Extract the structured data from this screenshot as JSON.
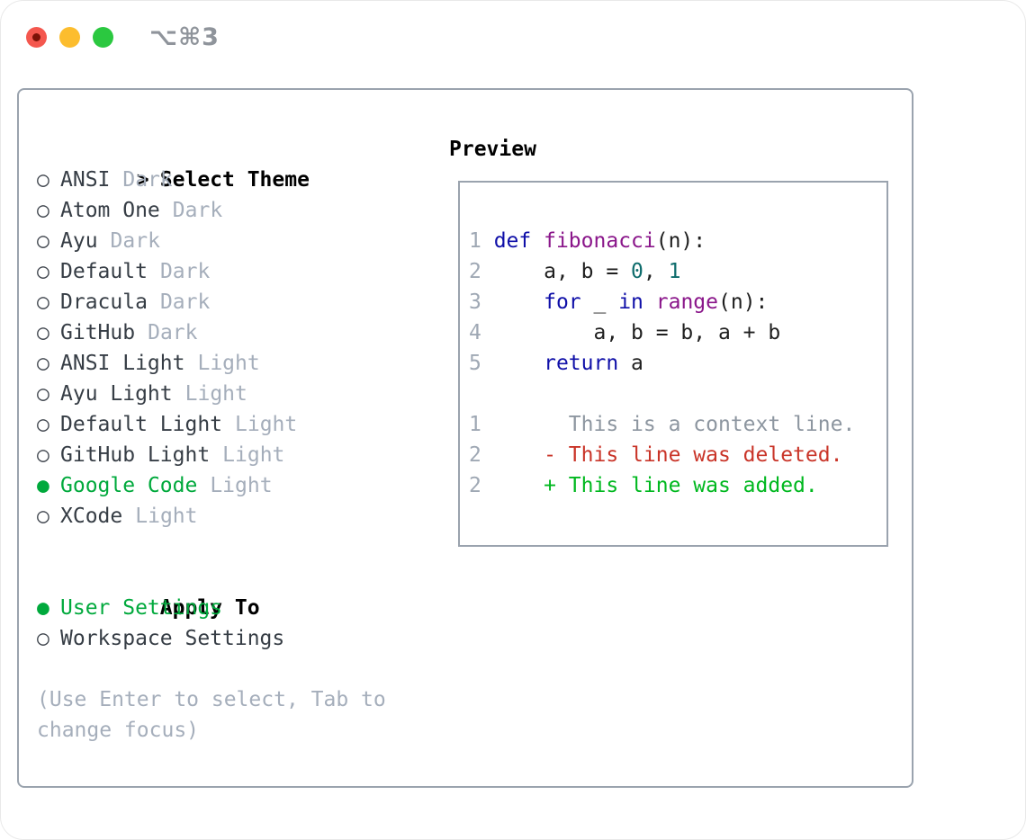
{
  "window": {
    "titlebar": {
      "shortcut_label": "⌥⌘3"
    },
    "traffic_lights": {
      "close": "#f4574e",
      "minimize": "#fcbd2e",
      "zoom": "#2bc840"
    }
  },
  "markers": {
    "unselected": "○",
    "selected": "●"
  },
  "theme_panel": {
    "header": {
      "prefix": ">",
      "label": "Select Theme"
    },
    "items": [
      {
        "name": "ANSI",
        "tag": "Dark",
        "selected": false
      },
      {
        "name": "Atom One",
        "tag": "Dark",
        "selected": false
      },
      {
        "name": "Ayu",
        "tag": "Dark",
        "selected": false
      },
      {
        "name": "Default",
        "tag": "Dark",
        "selected": false
      },
      {
        "name": "Dracula",
        "tag": "Dark",
        "selected": false
      },
      {
        "name": "GitHub",
        "tag": "Dark",
        "selected": false
      },
      {
        "name": "ANSI Light",
        "tag": "Light",
        "selected": false
      },
      {
        "name": "Ayu Light",
        "tag": "Light",
        "selected": false
      },
      {
        "name": "Default Light",
        "tag": "Light",
        "selected": false
      },
      {
        "name": "GitHub Light",
        "tag": "Light",
        "selected": false
      },
      {
        "name": "Google Code",
        "tag": "Light",
        "selected": true
      },
      {
        "name": "XCode",
        "tag": "Light",
        "selected": false
      }
    ],
    "apply_to": {
      "label": "Apply To",
      "options": [
        {
          "name": "User Settings",
          "selected": true
        },
        {
          "name": "Workspace Settings",
          "selected": false
        }
      ]
    },
    "help_text": "(Use Enter to select, Tab to change focus)"
  },
  "preview": {
    "label": "Preview",
    "code_lines": [
      {
        "num": "1",
        "segments": [
          {
            "t": "def",
            "c": "kw"
          },
          {
            "t": " ",
            "c": "pl"
          },
          {
            "t": "fibonacci",
            "c": "fn"
          },
          {
            "t": "(n):",
            "c": "pl"
          }
        ]
      },
      {
        "num": "2",
        "segments": [
          {
            "t": "    a, b = ",
            "c": "pl"
          },
          {
            "t": "0",
            "c": "num"
          },
          {
            "t": ", ",
            "c": "pl"
          },
          {
            "t": "1",
            "c": "num"
          }
        ]
      },
      {
        "num": "3",
        "segments": [
          {
            "t": "    ",
            "c": "pl"
          },
          {
            "t": "for",
            "c": "kw"
          },
          {
            "t": " _ ",
            "c": "pl"
          },
          {
            "t": "in",
            "c": "kw"
          },
          {
            "t": " ",
            "c": "pl"
          },
          {
            "t": "range",
            "c": "fn"
          },
          {
            "t": "(n):",
            "c": "pl"
          }
        ]
      },
      {
        "num": "4",
        "segments": [
          {
            "t": "        a, b = b, a + b",
            "c": "pl"
          }
        ]
      },
      {
        "num": "5",
        "segments": [
          {
            "t": "    ",
            "c": "pl"
          },
          {
            "t": "return",
            "c": "kw"
          },
          {
            "t": " a",
            "c": "pl"
          }
        ]
      }
    ],
    "diff_lines": [
      {
        "num": "1",
        "segments": [
          {
            "t": "      This is a context line.",
            "c": "ctx"
          }
        ]
      },
      {
        "num": "2",
        "segments": [
          {
            "t": "    - This line was deleted.",
            "c": "del"
          }
        ]
      },
      {
        "num": "2",
        "segments": [
          {
            "t": "    + This line was added.",
            "c": "add"
          }
        ]
      }
    ]
  },
  "colors": {
    "selection_green": "#00a93c",
    "keyword_blue": "#0f0fa8",
    "function_purple": "#8a168a",
    "literal_teal": "#0e6c6c",
    "diff_added_green": "#00b81f",
    "diff_deleted_red": "#c93428",
    "dim_gray": "#a5aebb",
    "panel_border": "#9aa3ae"
  }
}
